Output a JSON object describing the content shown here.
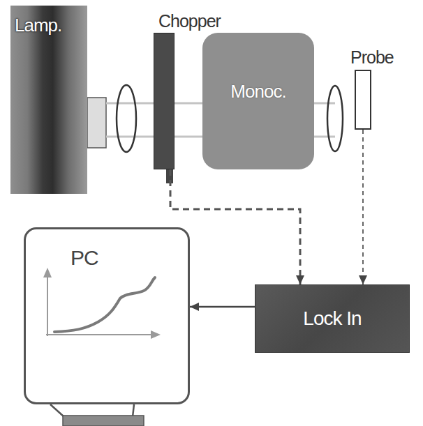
{
  "diagram": {
    "nodes": [
      {
        "text": [
          "Lamp."
        ]
      },
      {
        "text": [
          "Chopper"
        ]
      },
      {
        "text": [
          "Monoc."
        ]
      },
      {
        "text": [
          "Probe"
        ]
      },
      {
        "text": [
          "PC"
        ]
      },
      {
        "text": [
          "Lock In"
        ]
      }
    ],
    "edges": [
      {
        "from": 1,
        "to": 5,
        "arrow": "to"
      },
      {
        "from": 3,
        "to": 5,
        "arrow": "to"
      },
      {
        "from": 5,
        "to": 4,
        "arrow": "to"
      }
    ]
  }
}
